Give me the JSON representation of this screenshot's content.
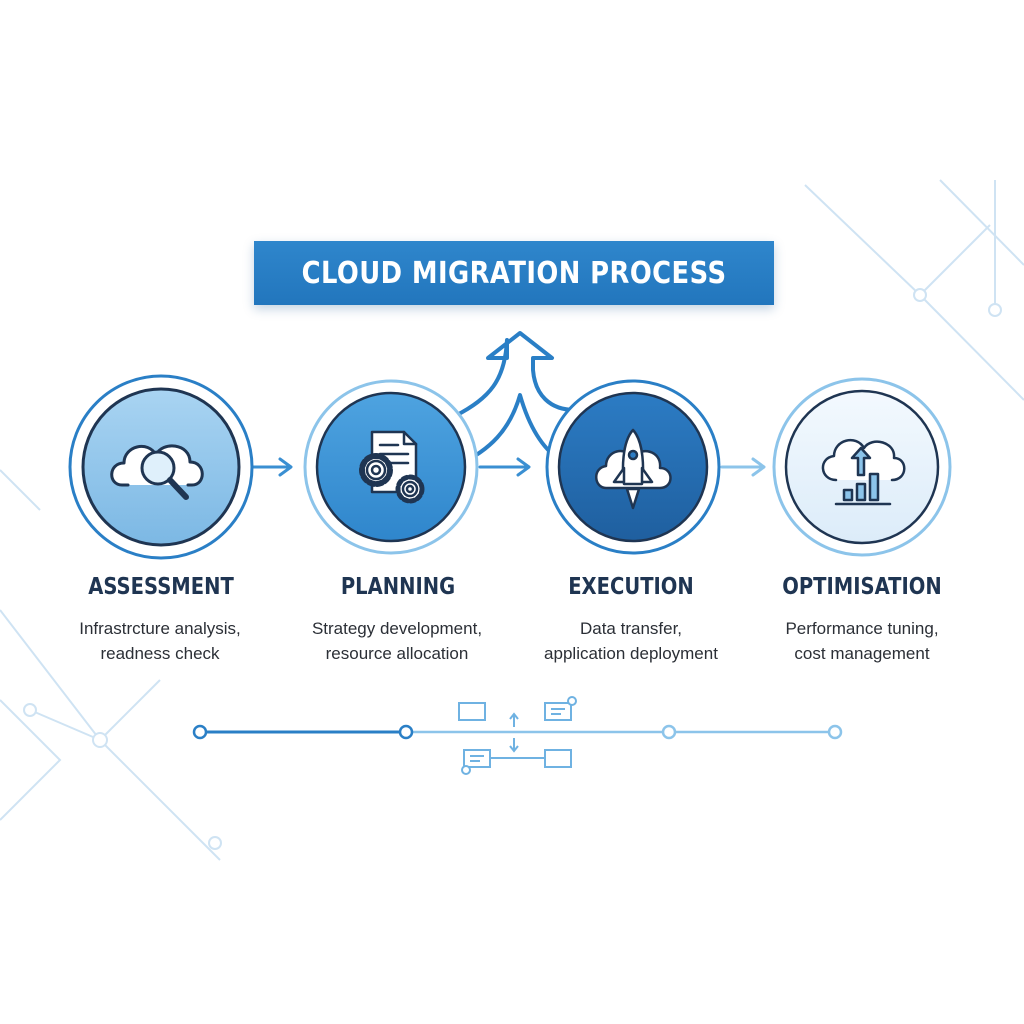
{
  "title": "CLOUD MIGRATION PROCESS",
  "colors": {
    "brand_blue": "#2a7fc6",
    "dark_blue": "#1e5d9c",
    "light_blue": "#8cc4ea",
    "pale_blue": "#d6eaf8",
    "text_dark": "#1f3552"
  },
  "steps": [
    {
      "name": "ASSESSMENT",
      "desc_line1": "Infrastrcture analysis,",
      "desc_line2": "readness check",
      "icon": "cloud-magnifier-icon"
    },
    {
      "name": "PLANNING",
      "desc_line1": "Strategy development,",
      "desc_line2": "resource allocation",
      "icon": "document-gears-icon"
    },
    {
      "name": "EXECUTION",
      "desc_line1": "Data transfer,",
      "desc_line2": "application deployment",
      "icon": "cloud-rocket-icon"
    },
    {
      "name": "OPTIMISATION",
      "desc_line1": "Performance tuning,",
      "desc_line2": "cost management",
      "icon": "cloud-upload-chart-icon"
    }
  ]
}
